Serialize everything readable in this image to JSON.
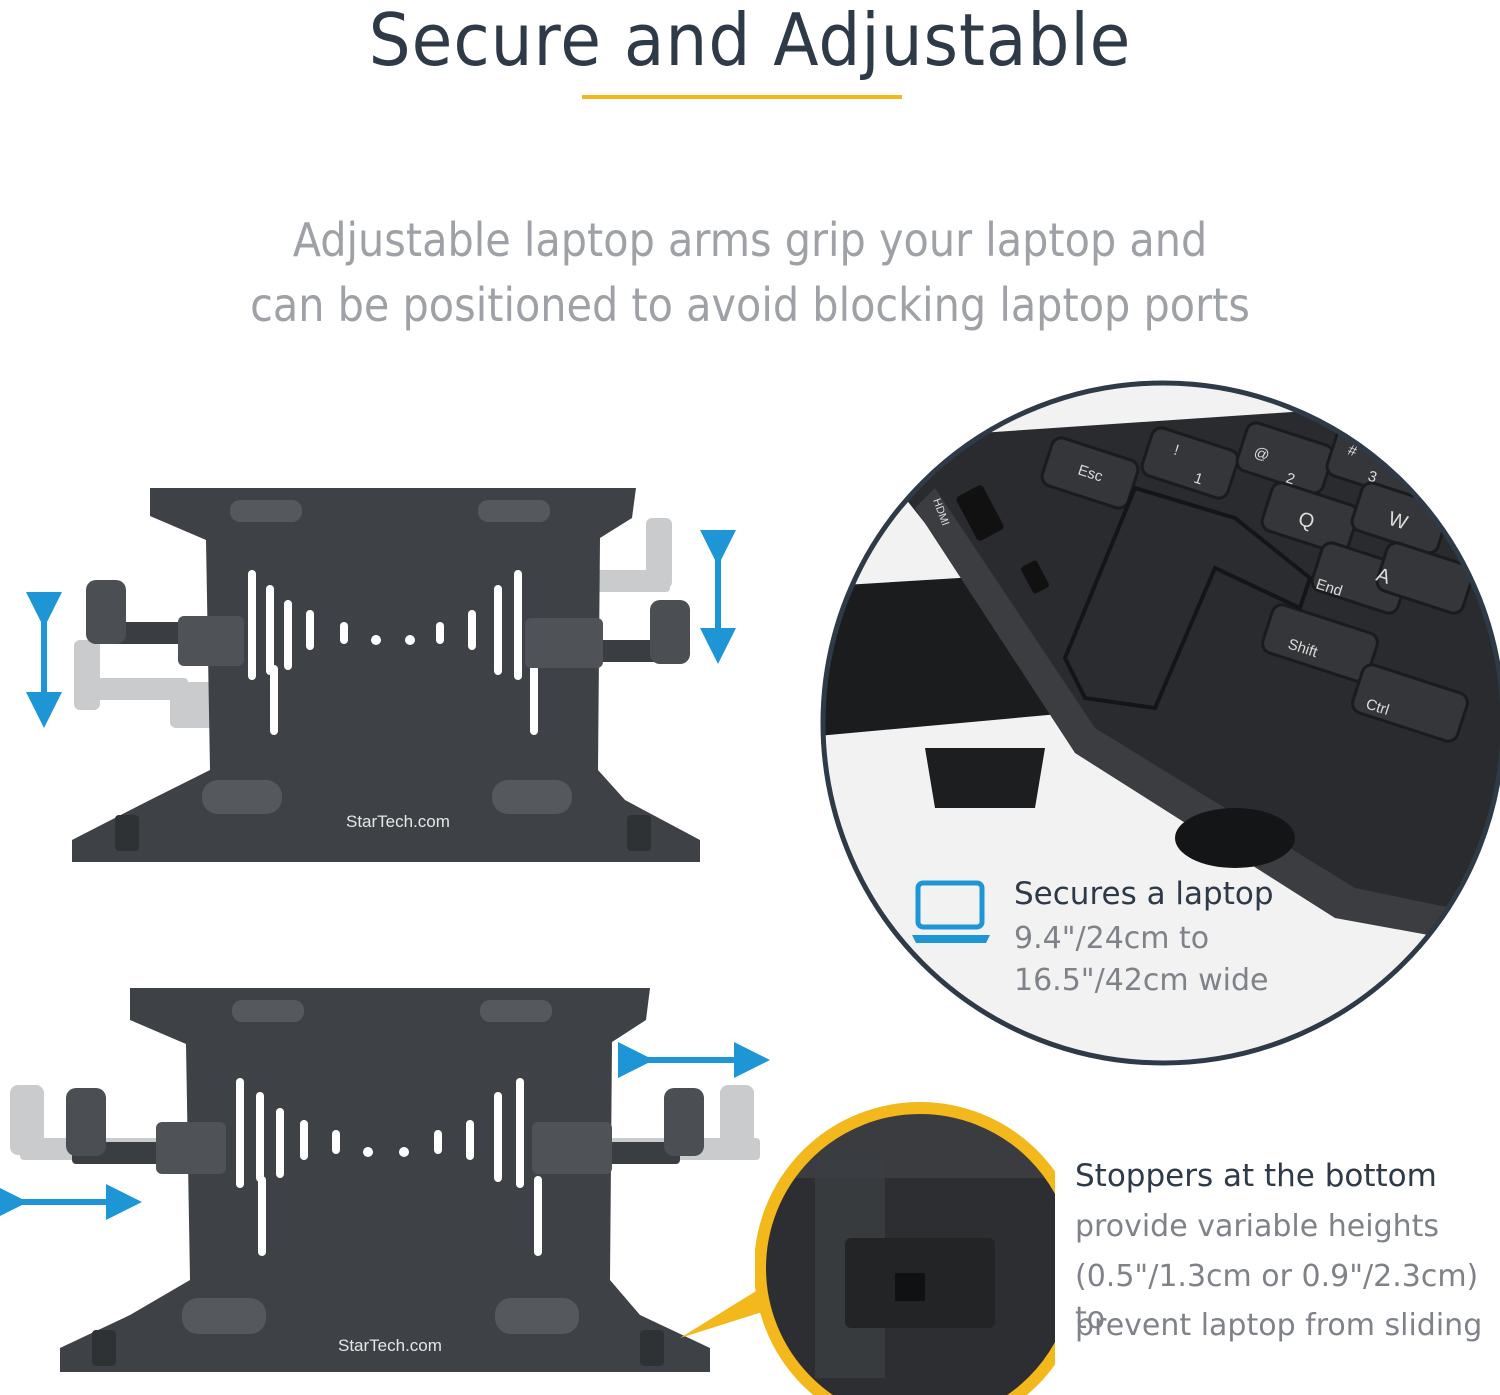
{
  "header": {
    "title": "Secure and Adjustable",
    "subtitle_line1": "Adjustable laptop arms grip your laptop and",
    "subtitle_line2": "can be positioned to avoid blocking laptop ports"
  },
  "brand": {
    "logo_text": "StarTech.com",
    "accent_color": "#f2b81c",
    "arrow_color": "#1e96d6",
    "title_color": "#2e3a48"
  },
  "feature_laptop": {
    "title": "Secures a laptop",
    "line1": "9.4\"/24cm to",
    "line2": "16.5\"/42cm wide",
    "icon": "laptop-icon"
  },
  "feature_stoppers": {
    "title": "Stoppers at the bottom",
    "line1": "provide variable heights",
    "line2": "(0.5\"/1.3cm or 0.9\"/2.3cm) to",
    "line3": "prevent laptop from sliding"
  },
  "keyboard_keys": {
    "esc": "Esc",
    "excl": "!",
    "one": "1",
    "at": "@",
    "two": "2",
    "hash": "#",
    "three": "3",
    "q": "Q",
    "w": "W",
    "a": "A",
    "end": "End",
    "shift": "Shift",
    "ctrl": "Ctrl",
    "hdmi": "HDMI"
  }
}
